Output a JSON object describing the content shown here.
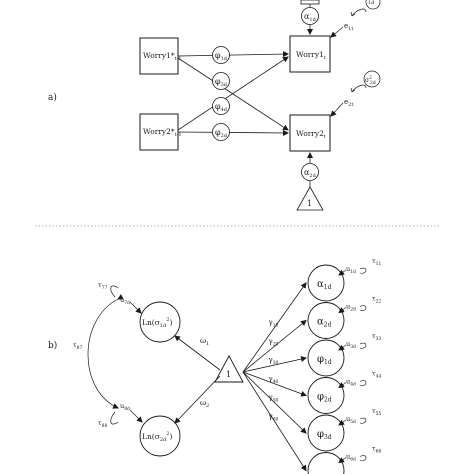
{
  "panel_a": {
    "label": "a)",
    "nodes": {
      "worry1_prev": "Worry1*",
      "worry1_prev_sub": "t-1",
      "worry2_prev": "Worry2*",
      "worry2_prev_sub": "t-1",
      "worry1": "Worry1",
      "worry1_sub": "t",
      "worry2": "Worry2",
      "worry2_sub": "t",
      "one": "1"
    },
    "paths": {
      "phi1": "φ",
      "phi1_sub": "1d",
      "phi3": "φ",
      "phi3_sub": "3d",
      "phi4": "φ",
      "phi4_sub": "4d",
      "phi2": "φ",
      "phi2_sub": "2d",
      "alpha1": "α",
      "alpha1_sub": "1d",
      "alpha2": "α",
      "alpha2_sub": "2d"
    },
    "errors": {
      "e1": "e",
      "e1_sub": "1t",
      "e2": "e",
      "e2_sub": "2t",
      "s1": "1d",
      "s2": "σ",
      "s2_sup": "2",
      "s2_sub": "2d"
    }
  },
  "panel_b": {
    "label": "b)",
    "one": "1",
    "ln1": "Ln(σ",
    "ln1_sub": "1d",
    "ln1_sup": "2",
    "ln1_close": ")",
    "ln2": "Ln(σ",
    "ln2_sub": "2d",
    "ln2_sup": "2",
    "ln2_close": ")",
    "omega1": "ω",
    "omega1_sub": "1",
    "omega2": "ω",
    "omega2_sub": "2",
    "tau77": "τ",
    "tau77_sub": "77",
    "tau87": "τ",
    "tau87_sub": "87",
    "tau88": "τ",
    "tau88_sub": "88",
    "u7": "u",
    "u7_sub": "7d",
    "u8": "u",
    "u8_sub": "8d",
    "latents": [
      {
        "sym": "α",
        "sub": "1d",
        "gamma": "γ",
        "gsub": "10",
        "u": "u",
        "usub": "1d",
        "tau": "τ",
        "tsub": "11"
      },
      {
        "sym": "α",
        "sub": "2d",
        "gamma": "γ",
        "gsub": "20",
        "u": "u",
        "usub": "2d",
        "tau": "τ",
        "tsub": "22"
      },
      {
        "sym": "φ",
        "sub": "1d",
        "gamma": "γ",
        "gsub": "30",
        "u": "u",
        "usub": "3d",
        "tau": "τ",
        "tsub": "33"
      },
      {
        "sym": "φ",
        "sub": "2d",
        "gamma": "γ",
        "gsub": "40",
        "u": "u",
        "usub": "4d",
        "tau": "τ",
        "tsub": "44"
      },
      {
        "sym": "φ",
        "sub": "3d",
        "gamma": "γ",
        "gsub": "50",
        "u": "u",
        "usub": "5d",
        "tau": "τ",
        "tsub": "55"
      },
      {
        "sym": "",
        "sub": "",
        "gamma": "γ",
        "gsub": "60",
        "u": "u",
        "usub": "6d",
        "tau": "τ",
        "tsub": "66"
      }
    ]
  }
}
